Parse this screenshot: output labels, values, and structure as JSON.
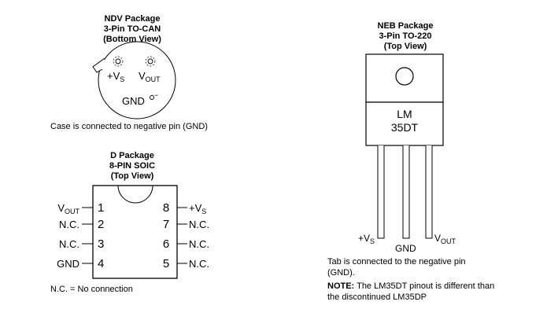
{
  "ndv": {
    "title": "NDV Package",
    "subtitle": "3-Pin TO-CAN",
    "view": "(Bottom View)",
    "pin_vs": "+Vs",
    "pin_vout": "VOUT",
    "pin_gnd": "GND",
    "case_note": "Case is connected to negative pin (GND)"
  },
  "d": {
    "title": "D Package",
    "subtitle": "8-PIN SOIC",
    "view": "(Top View)",
    "left_pins": [
      {
        "num": "1",
        "label": "VOUT"
      },
      {
        "num": "2",
        "label": "N.C."
      },
      {
        "num": "3",
        "label": "N.C."
      },
      {
        "num": "4",
        "label": "GND"
      }
    ],
    "right_pins": [
      {
        "num": "8",
        "label": "+Vs"
      },
      {
        "num": "7",
        "label": "N.C."
      },
      {
        "num": "6",
        "label": "N.C."
      },
      {
        "num": "5",
        "label": "N.C."
      }
    ],
    "nc_note": "N.C. = No connection"
  },
  "neb": {
    "title": "NEB Package",
    "subtitle": "3-Pin TO-220",
    "view": "(Top View)",
    "body_line1": "LM",
    "body_line2": "35DT",
    "pin_vs": "+Vs",
    "pin_gnd": "GND",
    "pin_vout": "VOUT",
    "tab_note_1": "Tab is connected to the negative pin",
    "tab_note_2": "(GND).",
    "note_label": "NOTE:",
    "note_text_1": "The LM35DT pinout is different than",
    "note_text_2": "the discontinued LM35DP"
  }
}
